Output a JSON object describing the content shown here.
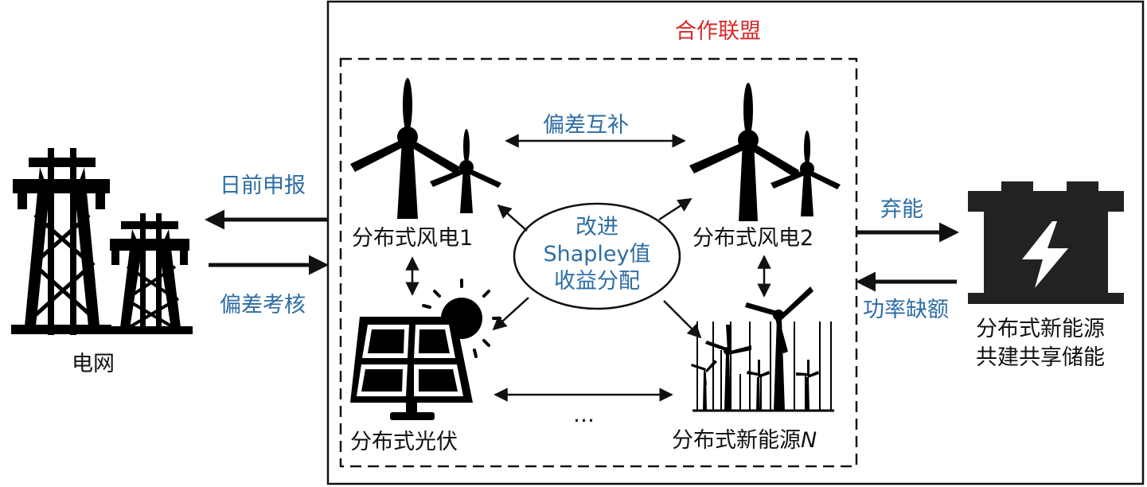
{
  "coalition_title": "合作联盟",
  "colors": {
    "blue_text": "#2e6da4",
    "red_text": "#d62a2a",
    "ink": "#111111"
  },
  "nodes": {
    "grid": "电网",
    "wind1": "分布式风电1",
    "wind2": "分布式风电2",
    "pv": "分布式光伏",
    "ellipsis": "…",
    "new_energy_prefix": "分布式新能源",
    "new_energy_suffix": "N",
    "storage_line1": "分布式新能源",
    "storage_line2": "共建共享储能"
  },
  "center": {
    "line1": "改进",
    "line2": "Shapley值",
    "line3": "收益分配"
  },
  "flows": {
    "day_ahead": "日前申报",
    "deviation_check": "偏差考核",
    "mutual_compensation": "偏差互补",
    "curtailment": "弃能",
    "power_shortfall": "功率缺额"
  },
  "icons": {
    "grid": "transmission-tower-icon",
    "wind": "wind-turbine-icon",
    "pv": "solar-panel-icon",
    "new_energy": "wind-farm-icon",
    "storage": "battery-icon"
  }
}
